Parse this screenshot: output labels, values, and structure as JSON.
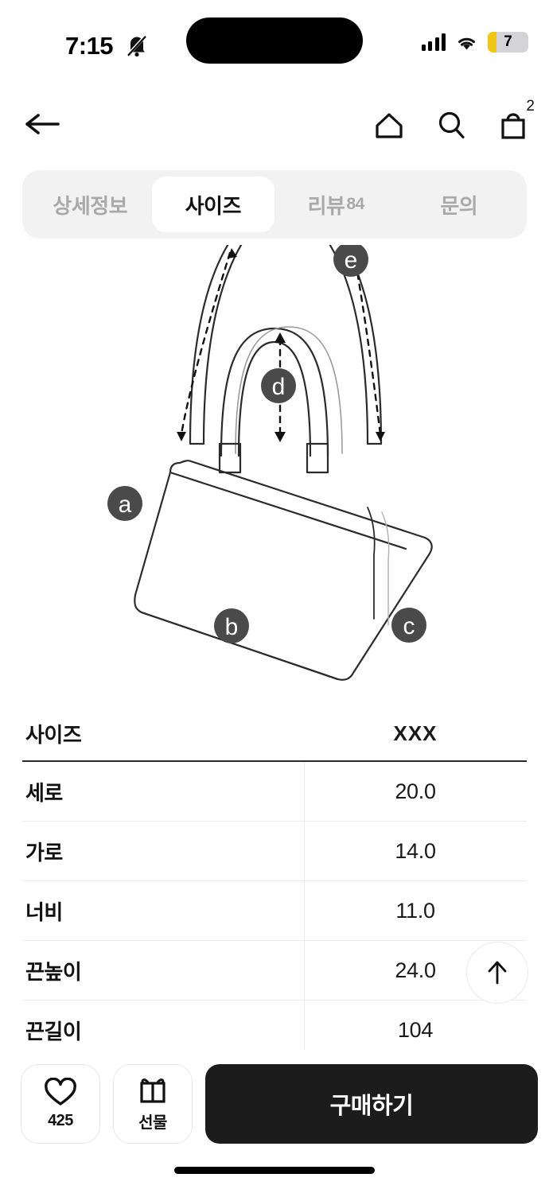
{
  "status_bar": {
    "time": "7:15",
    "silent_icon": "bell-slash-icon",
    "signal_icon": "cellular-signal-icon",
    "wifi_icon": "wifi-icon",
    "battery_percent": "7",
    "battery_low_color": "#f0c419"
  },
  "nav": {
    "back_icon": "arrow-left-icon",
    "home_icon": "home-icon",
    "search_icon": "search-icon",
    "bag_icon": "shopping-bag-icon",
    "bag_badge": "2"
  },
  "tabs": [
    {
      "label": "상세정보",
      "count": "",
      "active": false
    },
    {
      "label": "사이즈",
      "count": "",
      "active": true
    },
    {
      "label": "리뷰",
      "count": "84",
      "active": false
    },
    {
      "label": "문의",
      "count": "",
      "active": false
    }
  ],
  "diagram": {
    "alt": "handbag measurement diagram",
    "markers": [
      {
        "id": "a",
        "meaning": "세로"
      },
      {
        "id": "b",
        "meaning": "가로"
      },
      {
        "id": "c",
        "meaning": "너비"
      },
      {
        "id": "d",
        "meaning": "끈높이"
      },
      {
        "id": "e",
        "meaning": "끈길이"
      }
    ],
    "marker_color": "#4a4a4a"
  },
  "size_table": {
    "header": {
      "label": "사이즈",
      "value": "XXX"
    },
    "rows": [
      {
        "label": "세로",
        "value": "20.0"
      },
      {
        "label": "가로",
        "value": "14.0"
      },
      {
        "label": "너비",
        "value": "11.0"
      },
      {
        "label": "끈높이",
        "value": "24.0"
      },
      {
        "label": "끈길이",
        "value": "104"
      }
    ]
  },
  "scroll_top": {
    "icon": "arrow-up-icon"
  },
  "bottom_bar": {
    "like": {
      "icon": "heart-icon",
      "count": "425"
    },
    "gift": {
      "icon": "gift-icon",
      "label": "선물"
    },
    "buy_label": "구매하기",
    "buy_color": "#1c1c1c"
  }
}
